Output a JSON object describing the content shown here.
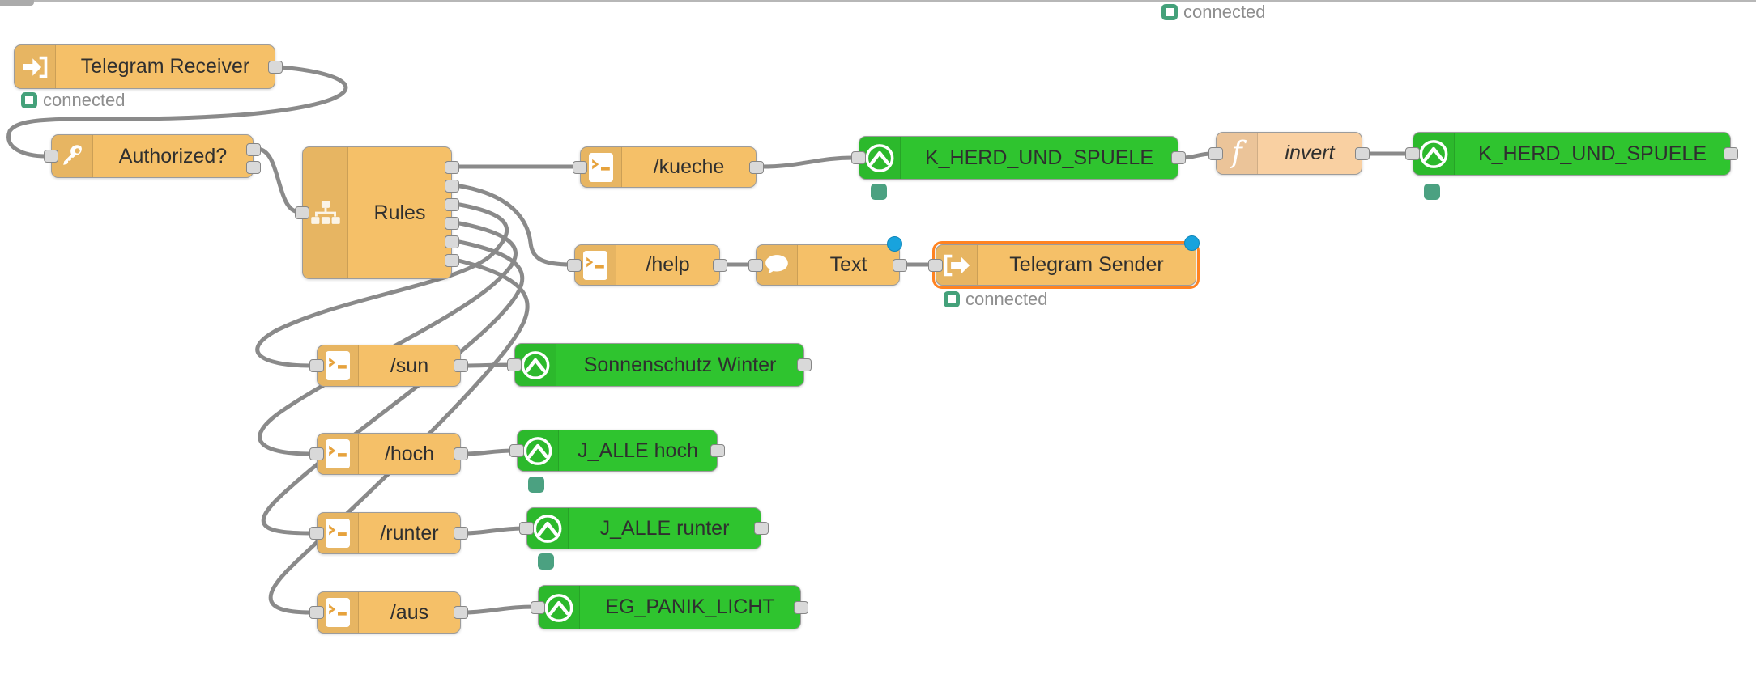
{
  "workspace": {
    "top_status": {
      "label": "connected"
    }
  },
  "colors": {
    "node_orange": "#f5c068",
    "node_function": "#f9d0a2",
    "node_green": "#2fc42f",
    "wire_gray": "#8a8a8a",
    "status_teal": "#4ba181",
    "status_ring": "#44a17a",
    "changed_blue": "#18a3dd",
    "selected_orange": "#ff8321",
    "port_gray": "#d9d9d9"
  },
  "nodes": {
    "telegram_receiver": {
      "label": "Telegram Receiver",
      "status": "connected",
      "icon": "arrow-into-bracket"
    },
    "authorized": {
      "label": "Authorized?",
      "icon": "key",
      "outputs": 2
    },
    "rules": {
      "label": "Rules",
      "icon": "sitemap",
      "outputs": 6
    },
    "kueche": {
      "label": "/kueche",
      "icon": "terminal"
    },
    "k_herd_und_spuele_1": {
      "label": "K_HERD_UND_SPUELE",
      "icon": "openhab",
      "has_status_dot": true
    },
    "invert": {
      "label": "invert",
      "icon": "function-f"
    },
    "k_herd_und_spuele_2": {
      "label": "K_HERD_UND_SPUELE",
      "icon": "openhab",
      "has_status_dot": true
    },
    "help": {
      "label": "/help",
      "icon": "terminal"
    },
    "text": {
      "label": "Text",
      "icon": "comment",
      "changed": true
    },
    "telegram_sender": {
      "label": "Telegram Sender",
      "icon": "arrow-out-of-bracket",
      "status": "connected",
      "selected": true,
      "changed": true
    },
    "sun": {
      "label": "/sun",
      "icon": "terminal"
    },
    "sonnenschutz_winter": {
      "label": "Sonnenschutz Winter",
      "icon": "openhab"
    },
    "hoch": {
      "label": "/hoch",
      "icon": "terminal"
    },
    "j_alle_hoch": {
      "label": "J_ALLE hoch",
      "icon": "openhab",
      "has_status_dot": true
    },
    "runter": {
      "label": "/runter",
      "icon": "terminal"
    },
    "j_alle_runter": {
      "label": "J_ALLE runter",
      "icon": "openhab",
      "has_status_dot": true
    },
    "aus": {
      "label": "/aus",
      "icon": "terminal"
    },
    "eg_panik_licht": {
      "label": "EG_PANIK_LICHT",
      "icon": "openhab"
    }
  }
}
